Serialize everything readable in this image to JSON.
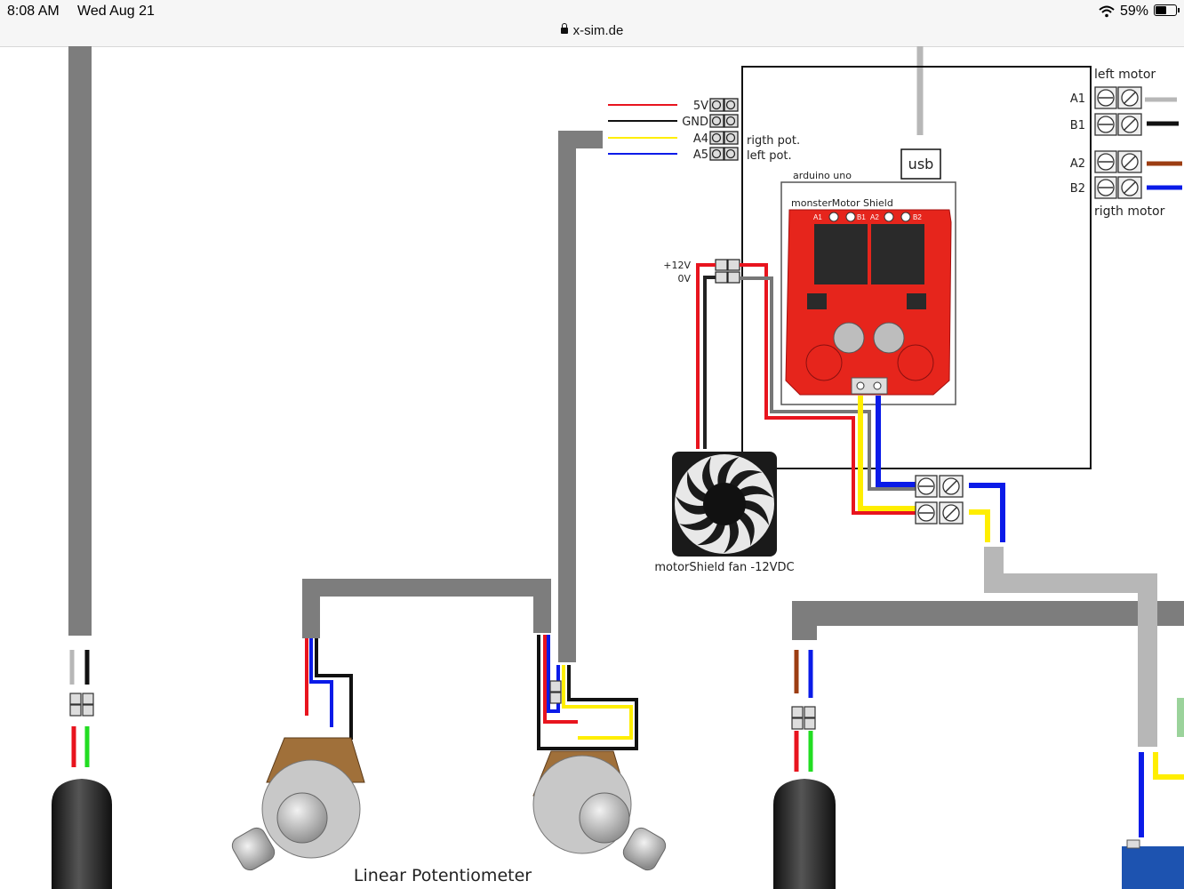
{
  "status_bar": {
    "time": "8:08 AM",
    "date": "Wed Aug 21",
    "url": "x-sim.de",
    "battery": "59%",
    "battery_level": 0.59,
    "icons": [
      "wifi-icon",
      "battery-icon",
      "lock-icon"
    ]
  },
  "diagram": {
    "pins": {
      "v5": "5V",
      "gnd": "GND",
      "a4": "A4",
      "a5": "A5"
    },
    "pot_right": "rigth pot.",
    "pot_left": "left pot.",
    "arduino": "arduino uno",
    "usb": "usb",
    "shield": "monsterMotor Shield",
    "shield_pins": {
      "a1": "A1",
      "b1": "B1",
      "a2": "A2",
      "b2": "B2"
    },
    "power_12v": "+12V",
    "power_0v": "0V",
    "fan": "motorShield fan -12VDC",
    "left_motor": "left motor",
    "right_motor": "rigth motor",
    "motor_terms": {
      "a1": "A1",
      "b1": "B1",
      "a2": "A2",
      "b2": "B2"
    },
    "linear_pot": "Linear Potentiometer"
  },
  "colors": {
    "cable": "#7d7d7d",
    "cable_light": "#b7b7b7",
    "red": "#e8141e",
    "blue": "#0a1be8",
    "yellow": "#ffee00",
    "brown": "#9c3d12",
    "green": "#22dd22",
    "shield_red": "#e6251c"
  }
}
